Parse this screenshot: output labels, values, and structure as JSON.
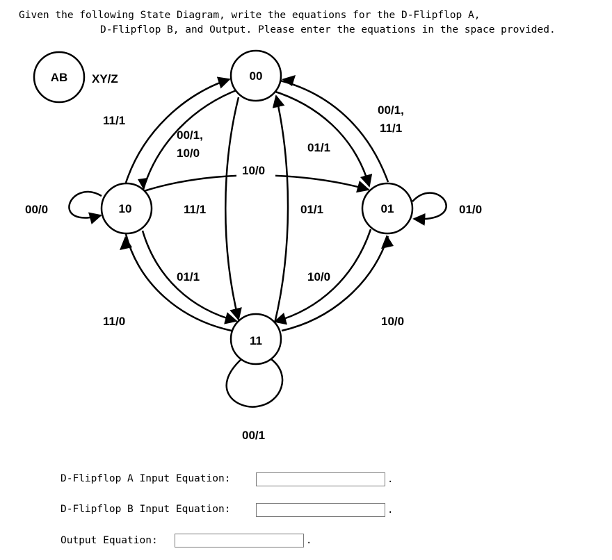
{
  "instructions": {
    "line1": "Given the following State Diagram, write the equations for the D-Flipflop A,",
    "line2": "D-Flipflop B, and Output. Please enter the equations in the space provided."
  },
  "legend": {
    "state_label": "AB",
    "io_label": "XY/Z"
  },
  "states": {
    "s00": "00",
    "s01": "01",
    "s10": "10",
    "s11": "11"
  },
  "transitions": {
    "t_00_10_outer": "11/1",
    "t_10_00_inner_a": "00/1,",
    "t_10_00_inner_b": "10/0",
    "t_10_01": "10/0",
    "t_00_01_outer_a": "00/1,",
    "t_00_01_outer_b": "11/1",
    "t_11_00": "01/1",
    "t_00_11_left": "11/1",
    "t_11_00_right": "01/1",
    "t_10_11_inner": "01/1",
    "t_01_11_inner": "10/0",
    "t_11_10_outer": "11/0",
    "t_11_01_outer": "10/0",
    "self_10": "00/0",
    "self_01": "01/0",
    "self_11": "00/1"
  },
  "equations": {
    "a_label": "D-Flipflop A Input Equation:",
    "a_value": "",
    "b_label": "D-Flipflop B Input Equation:",
    "b_value": "",
    "out_label": "Output Equation:",
    "out_value": "",
    "period": "."
  }
}
